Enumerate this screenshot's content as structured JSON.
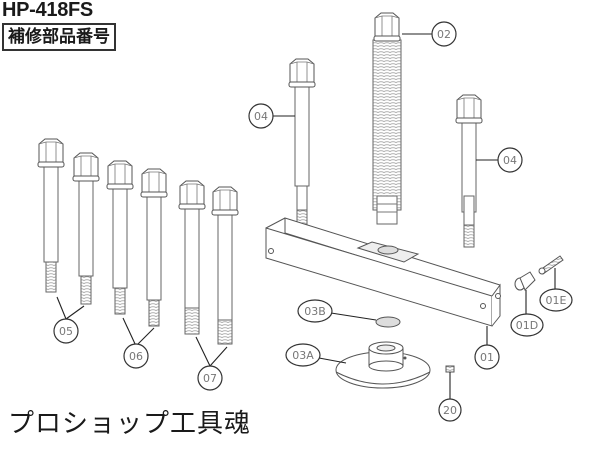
{
  "header": {
    "model": "HP-418FS",
    "subtitle": "補修部品番号"
  },
  "footer": {
    "shop_name": "プロショップ工具魂"
  },
  "parts": [
    {
      "id": "01",
      "label": "01"
    },
    {
      "id": "01D",
      "label": "01D"
    },
    {
      "id": "01E",
      "label": "01E"
    },
    {
      "id": "02",
      "label": "02"
    },
    {
      "id": "03A",
      "label": "03A"
    },
    {
      "id": "03B",
      "label": "03B"
    },
    {
      "id": "04a",
      "label": "04"
    },
    {
      "id": "04b",
      "label": "04"
    },
    {
      "id": "05",
      "label": "05"
    },
    {
      "id": "06",
      "label": "06"
    },
    {
      "id": "07",
      "label": "07"
    },
    {
      "id": "20",
      "label": "20"
    }
  ]
}
